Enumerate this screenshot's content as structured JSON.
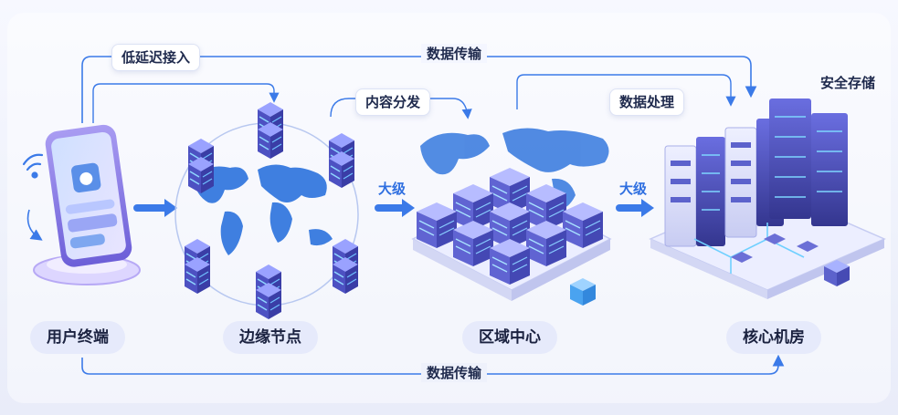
{
  "stages": [
    {
      "id": "user",
      "label": "用户终端"
    },
    {
      "id": "edge",
      "label": "边缘节点"
    },
    {
      "id": "region",
      "label": "区域中心"
    },
    {
      "id": "core",
      "label": "核心机房"
    }
  ],
  "annotations": {
    "low_latency": "低延迟接入",
    "data_transfer_top": "数据传输",
    "content_distribution": "内容分发",
    "data_processing": "数据处理",
    "secure_storage": "安全存储",
    "data_transfer_bottom": "数据传输",
    "arrow_1": "大级",
    "arrow_2": "大级"
  },
  "colors": {
    "flow_line": "#3b7ae8",
    "server": "#6b6fd6",
    "server_dark": "#3c3f9e",
    "map": "#3f7fe0",
    "phone": "#7b6fe0",
    "cube": "#4aa3f0"
  },
  "icons": [
    "wifi-icon",
    "apple-logo-icon",
    "world-map-icon",
    "server-icon",
    "server-rack-icon",
    "cube-icon"
  ]
}
